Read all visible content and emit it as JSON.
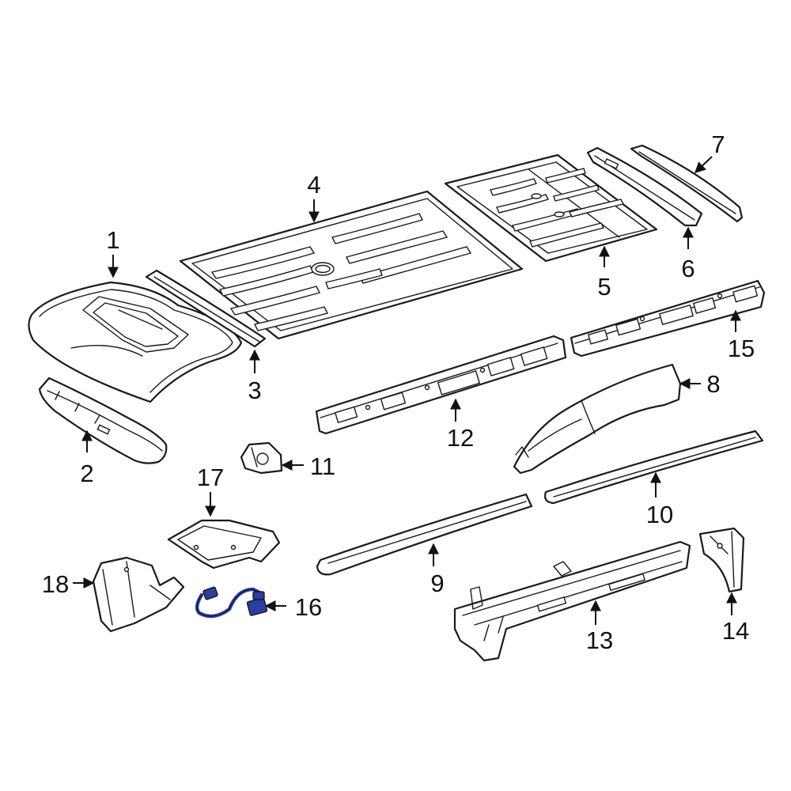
{
  "diagram": {
    "highlight_color": "#2a3f9e",
    "line_color": "#1a1a1a",
    "callouts": {
      "p1": "1",
      "p2": "2",
      "p3": "3",
      "p4": "4",
      "p5": "5",
      "p6": "6",
      "p7": "7",
      "p8": "8",
      "p9": "9",
      "p10": "10",
      "p11": "11",
      "p12": "12",
      "p13": "13",
      "p14": "14",
      "p15": "15",
      "p16": "16",
      "p17": "17",
      "p18": "18"
    }
  }
}
